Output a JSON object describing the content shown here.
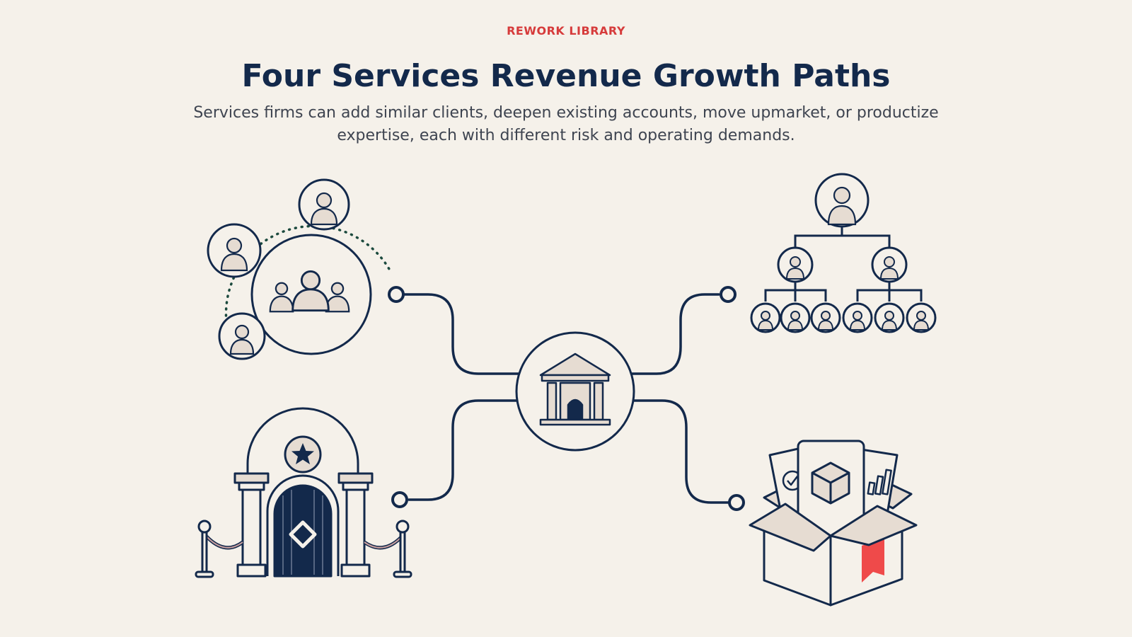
{
  "header": {
    "kicker": "REWORK LIBRARY",
    "title": "Four Services Revenue Growth Paths",
    "subtitle": "Services firms can add similar clients, deepen existing accounts, move upmarket, or productize expertise, each with different risk and operating demands."
  },
  "colors": {
    "background": "#f5f1ea",
    "ink": "#13294b",
    "accent": "#d63b3b",
    "fill": "#e6dcd2",
    "dots": "#1c4a3e"
  },
  "icons": {
    "center": "bank-building-icon",
    "top_left": "client-group-icon",
    "top_right": "org-hierarchy-icon",
    "bottom_left": "premium-entrance-icon",
    "bottom_right": "product-box-icon"
  }
}
